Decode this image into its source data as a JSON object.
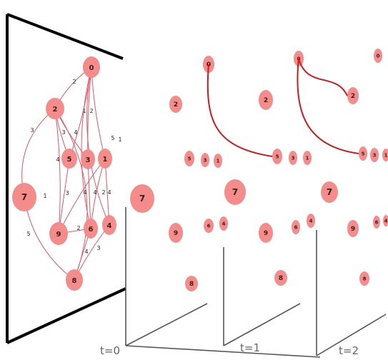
{
  "colors": {
    "node_fill": "#f58c8c",
    "node_text": "#3a1c1c",
    "edge_graph": "#e0566a",
    "edge_path": "#cc1a1a",
    "panel_frame": "#000000",
    "axis": "#555555",
    "time_label": "#666666"
  },
  "graph": {
    "nodes": [
      {
        "id": "0",
        "label": "0"
      },
      {
        "id": "1",
        "label": "1"
      },
      {
        "id": "2",
        "label": "2"
      },
      {
        "id": "3",
        "label": "3"
      },
      {
        "id": "4",
        "label": "4"
      },
      {
        "id": "5",
        "label": "5"
      },
      {
        "id": "6",
        "label": "6"
      },
      {
        "id": "7",
        "label": "7"
      },
      {
        "id": "8",
        "label": "8"
      },
      {
        "id": "9",
        "label": "9"
      }
    ],
    "edges": [
      {
        "from": "0",
        "to": "2",
        "label": "2"
      },
      {
        "from": "0",
        "to": "5",
        "label": "1"
      },
      {
        "from": "0",
        "to": "3",
        "label": "2"
      },
      {
        "from": "0",
        "to": "1",
        "label": ""
      },
      {
        "from": "0",
        "to": "4",
        "label": "5"
      },
      {
        "from": "0",
        "to": "6",
        "label": "1"
      },
      {
        "from": "2",
        "to": "7",
        "label": "3"
      },
      {
        "from": "2",
        "to": "5",
        "label": "3"
      },
      {
        "from": "2",
        "to": "3",
        "label": "4"
      },
      {
        "from": "2",
        "to": "9",
        "label": "4"
      },
      {
        "from": "2",
        "to": "8",
        "label": "1"
      },
      {
        "from": "5",
        "to": "9",
        "label": "3"
      },
      {
        "from": "3",
        "to": "6",
        "label": "4"
      },
      {
        "from": "1",
        "to": "6",
        "label": "4"
      },
      {
        "from": "1",
        "to": "4",
        "label": "2"
      },
      {
        "from": "1",
        "to": "9",
        "label": "4"
      },
      {
        "from": "6",
        "to": "8",
        "label": "2"
      },
      {
        "from": "4",
        "to": "8",
        "label": "3"
      },
      {
        "from": "6",
        "to": "9",
        "label": "4"
      },
      {
        "from": "7",
        "to": "8",
        "label": "5"
      }
    ]
  },
  "time_slices": [
    {
      "label": "t=0"
    },
    {
      "label": "t=1"
    },
    {
      "label": "t=2"
    }
  ],
  "path_edges": [
    {
      "from": "0",
      "slice_from": 0,
      "to": "5",
      "slice_to": 1
    },
    {
      "from": "0",
      "slice_from": 1,
      "to": "2",
      "slice_to": 2
    },
    {
      "from": "0",
      "slice_from": 1,
      "to": "5",
      "slice_to": 2
    }
  ]
}
